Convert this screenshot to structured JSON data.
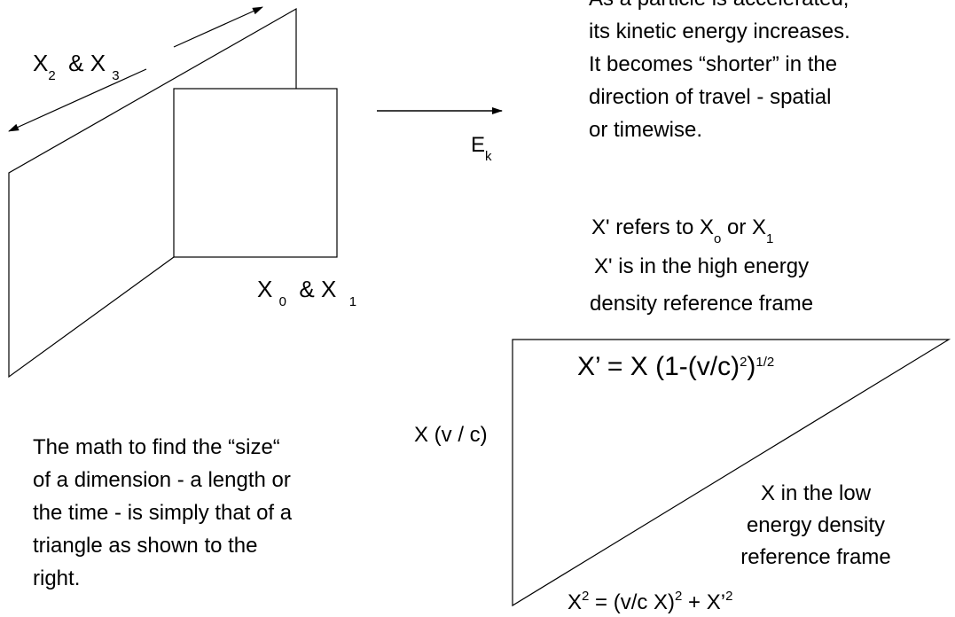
{
  "planes_top": {
    "var": "X",
    "sub_a": "2",
    "amp": "&",
    "sub_b": "3"
  },
  "planes_front": {
    "var": "X",
    "sub_a": "0",
    "amp": "&",
    "sub_b": "1"
  },
  "energy_arrow": {
    "label": "E",
    "sub": "k"
  },
  "paragraph_top_right": [
    "As a particle is accelerated,",
    "its kinetic energy increases.",
    "It becomes “shorter” in the",
    "direction of travel - spatial",
    "or timewise."
  ],
  "note_refers": {
    "prefix": "X' refers to X",
    "sub_a": "o",
    "mid": " or X",
    "sub_b": "1"
  },
  "note_frame": [
    "X' is in the high energy",
    "density reference frame"
  ],
  "triangle": {
    "top_eq": {
      "lhs": "X’ = X (1-(v/c)",
      "exp1": "2",
      "mid": ")",
      "exp2": "1/2"
    },
    "side_label": "X (v / c)",
    "hyp_label": [
      "X in the low",
      "energy density",
      "reference frame"
    ],
    "bottom_eq": {
      "a": "X",
      "exp1": "2",
      "b": " = (v/c X)",
      "exp2": "2",
      "c": " + X’",
      "exp3": "2"
    }
  },
  "paragraph_bottom_left": [
    "The math to find the “size“",
    "of a dimension - a length or",
    "the time - is simply that of a",
    "triangle as shown to the",
    "right."
  ]
}
